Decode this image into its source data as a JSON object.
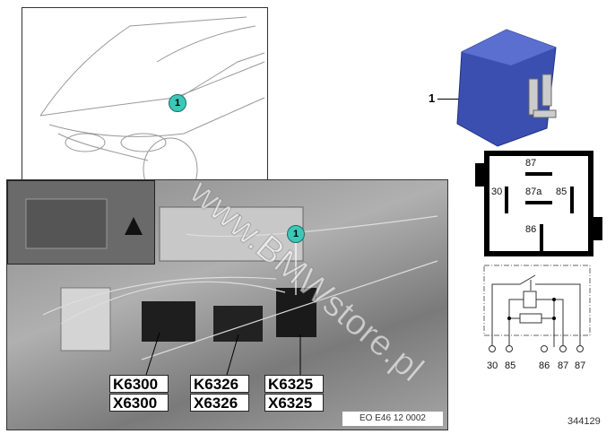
{
  "callouts": {
    "car": "1",
    "photo": "1",
    "relay": "1"
  },
  "labels": [
    {
      "k": "K6300",
      "x": "X6300"
    },
    {
      "k": "K6326",
      "x": "X6326"
    },
    {
      "k": "K6325",
      "x": "X6325"
    }
  ],
  "photo_code": "EO E46 12 0002",
  "pinout": {
    "p87": "87",
    "p87a": "87a",
    "p30": "30",
    "p85": "85",
    "p86": "86"
  },
  "schematic_pins": [
    "30",
    "85",
    "86",
    "87",
    "87"
  ],
  "part_number": "344129",
  "watermark": "www.BMWstore.pl",
  "colors": {
    "relay": "#3a4fb0",
    "callout": "#3cc7b8"
  }
}
